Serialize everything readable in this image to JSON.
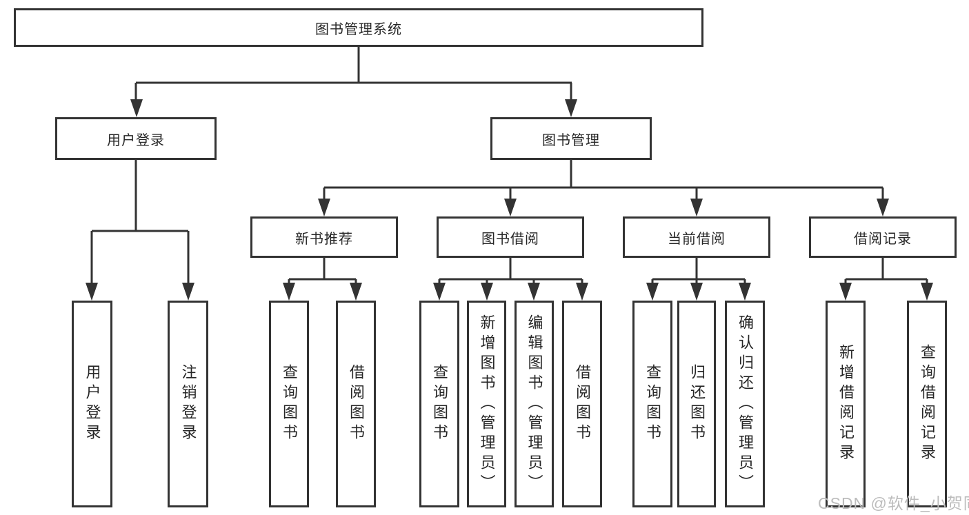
{
  "diagram_title": "图书管理系统",
  "tree": {
    "root": {
      "label": "图书管理系统"
    },
    "branches": [
      {
        "label": "用户登录",
        "children": [
          {
            "label": "用户登录"
          },
          {
            "label": "注销登录"
          }
        ]
      },
      {
        "label": "图书管理",
        "children": [
          {
            "label": "新书推荐",
            "children": [
              {
                "label": "查询图书"
              },
              {
                "label": "借阅图书"
              }
            ]
          },
          {
            "label": "图书借阅",
            "children": [
              {
                "label": "查询图书"
              },
              {
                "label": "新增图书（管理员）"
              },
              {
                "label": "编辑图书（管理员）"
              },
              {
                "label": "借阅图书"
              }
            ]
          },
          {
            "label": "当前借阅",
            "children": [
              {
                "label": "查询图书"
              },
              {
                "label": "归还图书"
              },
              {
                "label": "确认归还（管理员）"
              }
            ]
          },
          {
            "label": "借阅记录",
            "children": [
              {
                "label": "新增借阅记录"
              },
              {
                "label": "查询借阅记录"
              }
            ]
          }
        ]
      }
    ]
  },
  "watermark": "CSDN @软件_小贺同学",
  "colors": {
    "line": "#333333",
    "box_border": "#333333",
    "text": "#262626",
    "background": "#ffffff",
    "watermark": "#bcbcbc"
  }
}
